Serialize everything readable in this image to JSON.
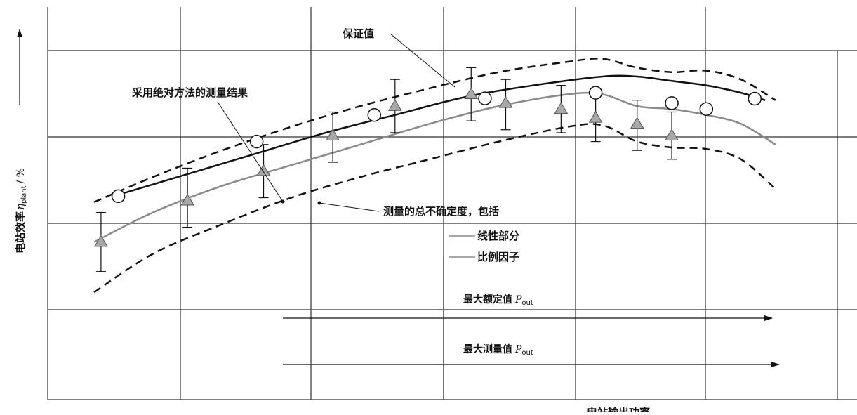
{
  "chart_data": {
    "type": "line",
    "ylabel": "电站效率",
    "ylabel_symbol": "η",
    "ylabel_subscript": "plant",
    "ylabel_unit": "/ %",
    "xlabel": "电站输出功率",
    "annotations": {
      "guarantee": "保证值",
      "absolute_method": "采用绝对方法的测量结果",
      "total_uncertainty": "测量的总不确定度，包括",
      "linear_part": "线性部分",
      "scale_factor": "比例因子",
      "max_rated": "最大额定值",
      "max_measured": "最大测量值",
      "p_symbol": "P",
      "p_subscript": "out"
    },
    "xlim": [
      0,
      10
    ],
    "ylim": [
      0,
      10
    ],
    "series": [
      {
        "name": "保证值",
        "style": "circles",
        "x": [
          1.0,
          3.0,
          4.7,
          6.3,
          7.9,
          9.0,
          9.5,
          10.2
        ],
        "y": [
          6.55,
          8.4,
          9.3,
          9.86,
          10.05,
          9.7,
          9.5,
          9.85
        ]
      }
    ],
    "curves": {
      "solid": {
        "x": [
          1.0,
          2.0,
          3.0,
          4.0,
          5.0,
          6.0,
          7.0,
          8.0,
          8.5,
          9.0,
          9.5,
          10.0,
          10.35
        ],
        "y": [
          6.6,
          7.3,
          8.0,
          8.7,
          9.3,
          9.9,
          10.3,
          10.6,
          10.6,
          10.45,
          10.3,
          10.05,
          9.8
        ]
      },
      "grey": {
        "x": [
          0.65,
          1.5,
          2.5,
          3.5,
          4.5,
          5.5,
          6.5,
          7.5,
          8.0,
          8.5,
          9.0,
          9.5,
          10.0,
          10.5
        ],
        "y": [
          5.0,
          6.0,
          6.9,
          7.6,
          8.3,
          9.0,
          9.6,
          10.0,
          10.0,
          9.6,
          9.5,
          9.3,
          9.0,
          8.3
        ]
      },
      "upper_dashed": {
        "x": [
          0.65,
          1.5,
          2.5,
          3.5,
          4.5,
          5.5,
          6.5,
          7.5,
          8.0,
          8.5,
          9.0,
          9.5,
          10.0,
          10.5
        ],
        "y": [
          6.35,
          7.2,
          8.1,
          8.9,
          9.6,
          10.2,
          10.75,
          11.1,
          11.2,
          10.9,
          10.75,
          10.8,
          10.5,
          9.8
        ]
      },
      "lower_dashed": {
        "x": [
          0.65,
          1.5,
          2.5,
          3.5,
          4.5,
          5.5,
          6.5,
          7.5,
          8.0,
          8.5,
          9.0,
          9.5,
          10.0,
          10.5
        ],
        "y": [
          3.3,
          4.6,
          5.6,
          6.5,
          7.2,
          7.8,
          8.4,
          8.9,
          8.95,
          8.4,
          8.2,
          8.15,
          7.8,
          6.8
        ]
      }
    },
    "measurements": [
      {
        "x": 0.75,
        "y": 5.0,
        "err_low": 1.0,
        "err_high": 1.0
      },
      {
        "x": 2.0,
        "y": 6.4,
        "err_low": 0.9,
        "err_high": 1.1
      },
      {
        "x": 3.1,
        "y": 7.4,
        "err_low": 0.9,
        "err_high": 0.9
      },
      {
        "x": 4.1,
        "y": 8.6,
        "err_low": 0.9,
        "err_high": 0.8
      },
      {
        "x": 5.0,
        "y": 9.6,
        "err_low": 0.9,
        "err_high": 0.9
      },
      {
        "x": 6.1,
        "y": 10.0,
        "err_low": 0.9,
        "err_high": 0.9
      },
      {
        "x": 6.6,
        "y": 9.7,
        "err_low": 0.9,
        "err_high": 0.8
      },
      {
        "x": 7.4,
        "y": 9.5,
        "err_low": 0.8,
        "err_high": 0.8
      },
      {
        "x": 7.9,
        "y": 9.2,
        "err_low": 0.8,
        "err_high": 0.8
      },
      {
        "x": 8.5,
        "y": 9.0,
        "err_low": 0.9,
        "err_high": 0.8
      },
      {
        "x": 9.0,
        "y": 8.6,
        "err_low": 0.8,
        "err_high": 0.8
      }
    ]
  }
}
